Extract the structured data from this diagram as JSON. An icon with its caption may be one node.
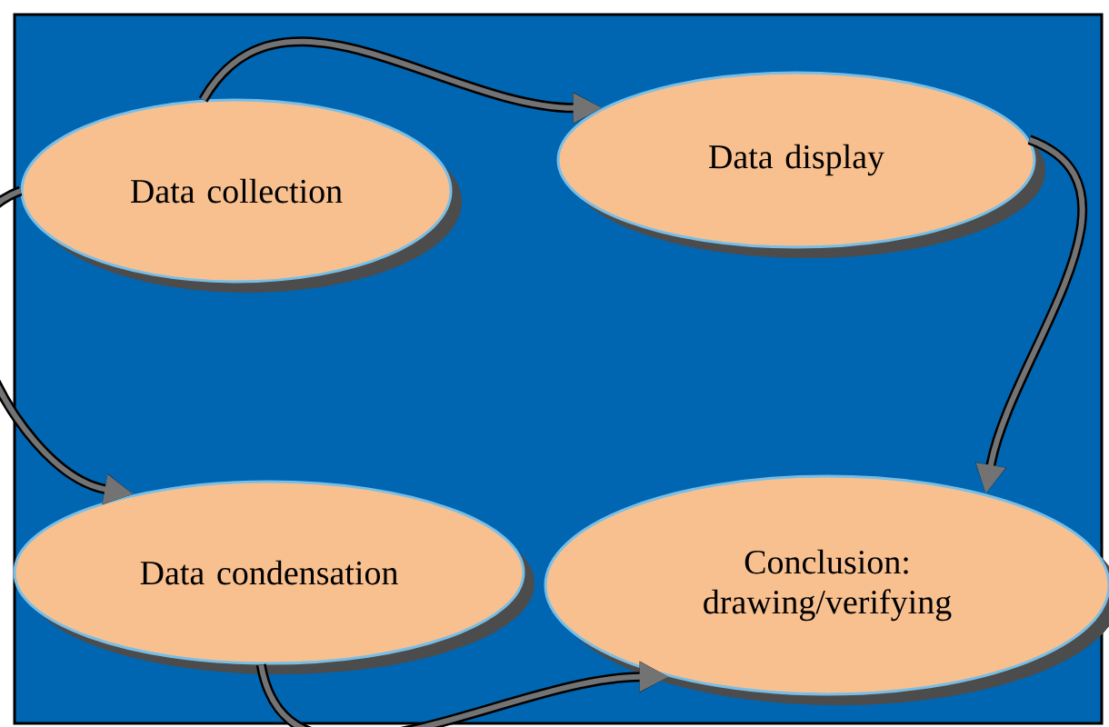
{
  "diagram": {
    "nodes": [
      {
        "text": [
          "Data collection"
        ]
      },
      {
        "text": [
          "Data display"
        ]
      },
      {
        "text": [
          "Data condensation"
        ]
      },
      {
        "text": [
          "Conclusion: drawing/verifying"
        ]
      }
    ],
    "edges": [
      {
        "from": 0,
        "to": 1,
        "arrow": "to"
      },
      {
        "from": 0,
        "to": 2,
        "arrow": "to"
      },
      {
        "from": 1,
        "to": 3,
        "arrow": "to"
      },
      {
        "from": 2,
        "to": 3,
        "arrow": "to"
      }
    ]
  }
}
